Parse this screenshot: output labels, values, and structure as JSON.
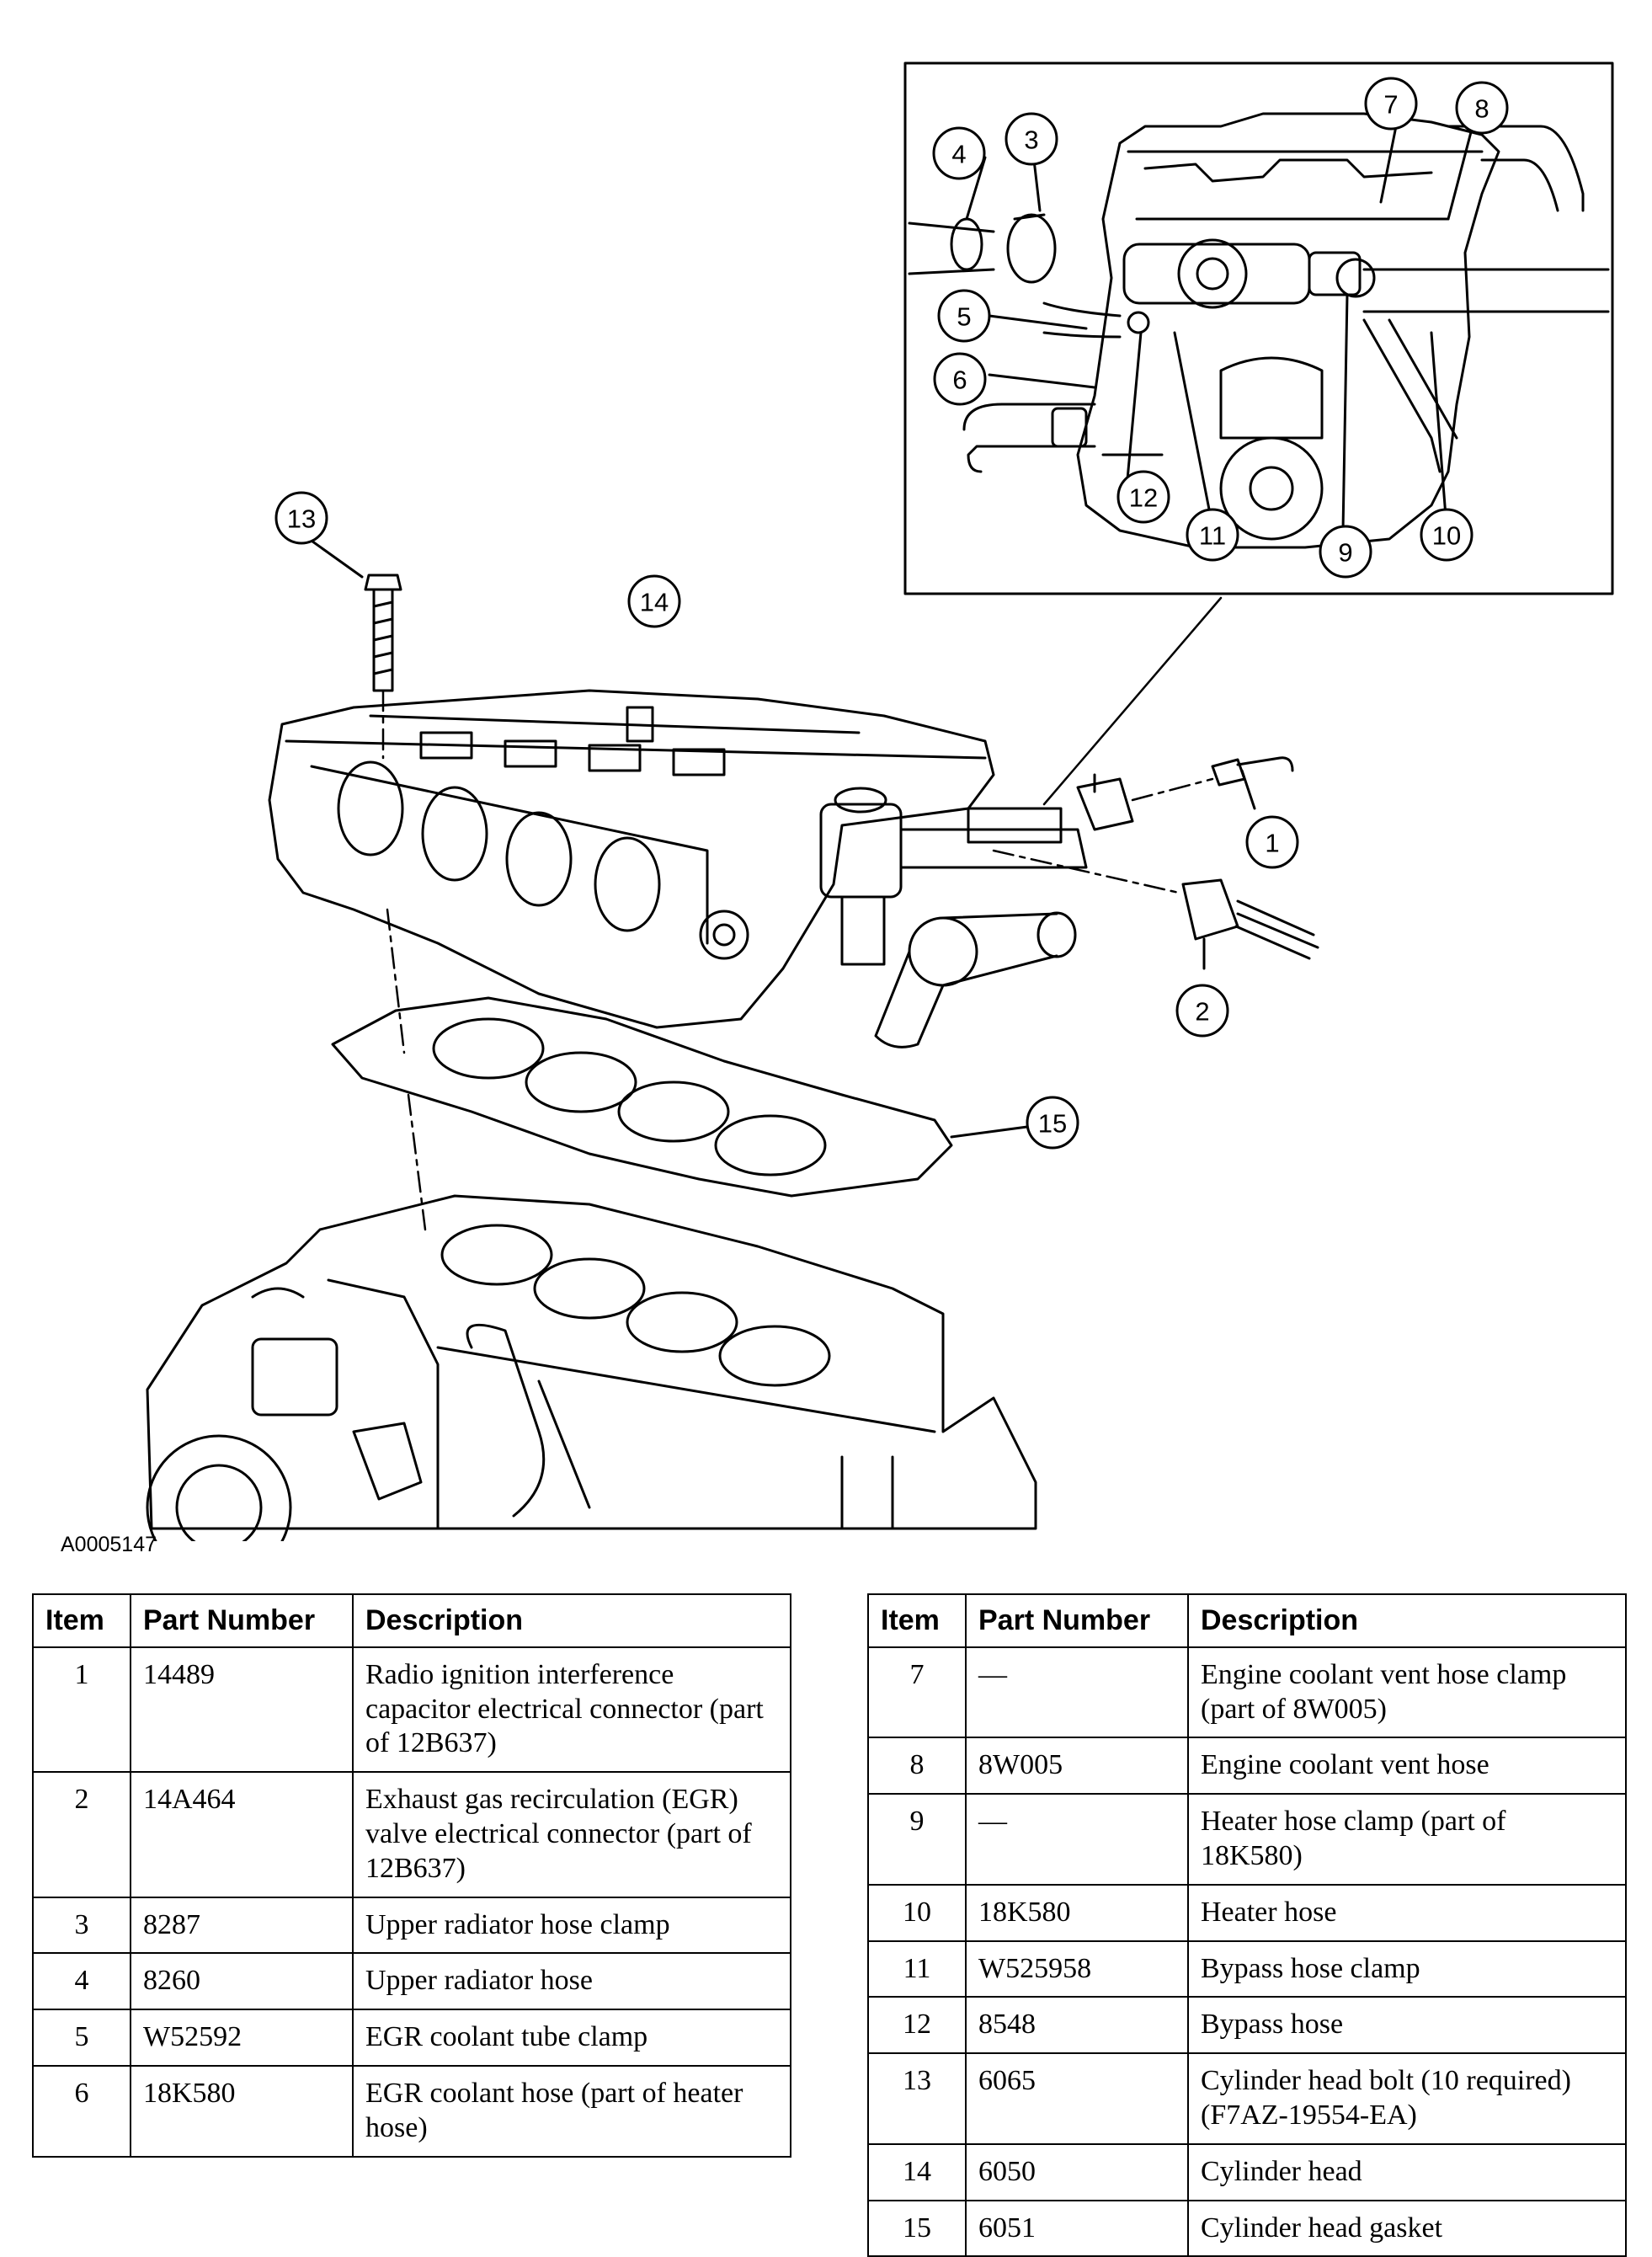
{
  "figure_id": "A0005147",
  "callouts": [
    "1",
    "2",
    "3",
    "4",
    "5",
    "6",
    "7",
    "8",
    "9",
    "10",
    "11",
    "12",
    "13",
    "14",
    "15"
  ],
  "table_headers": {
    "item": "Item",
    "part_number": "Part Number",
    "description": "Description"
  },
  "parts_left": [
    {
      "item": "1",
      "part": "14489",
      "desc": "Radio ignition interference capacitor electrical connector (part of 12B637)"
    },
    {
      "item": "2",
      "part": "14A464",
      "desc": "Exhaust gas recirculation (EGR) valve electrical connector (part of 12B637)"
    },
    {
      "item": "3",
      "part": "8287",
      "desc": "Upper radiator hose clamp"
    },
    {
      "item": "4",
      "part": "8260",
      "desc": "Upper radiator hose"
    },
    {
      "item": "5",
      "part": "W52592",
      "desc": "EGR coolant tube clamp"
    },
    {
      "item": "6",
      "part": "18K580",
      "desc": "EGR coolant hose (part of heater hose)"
    }
  ],
  "parts_right": [
    {
      "item": "7",
      "part": "—",
      "desc": "Engine coolant vent hose clamp (part of 8W005)"
    },
    {
      "item": "8",
      "part": "8W005",
      "desc": "Engine coolant vent hose"
    },
    {
      "item": "9",
      "part": "—",
      "desc": "Heater hose clamp (part of 18K580)"
    },
    {
      "item": "10",
      "part": "18K580",
      "desc": "Heater hose"
    },
    {
      "item": "11",
      "part": "W525958",
      "desc": "Bypass hose clamp"
    },
    {
      "item": "12",
      "part": "8548",
      "desc": "Bypass hose"
    },
    {
      "item": "13",
      "part": "6065",
      "desc": "Cylinder head bolt (10 required) (F7AZ-19554-EA)"
    },
    {
      "item": "14",
      "part": "6050",
      "desc": "Cylinder head"
    },
    {
      "item": "15",
      "part": "6051",
      "desc": "Cylinder head gasket"
    }
  ]
}
